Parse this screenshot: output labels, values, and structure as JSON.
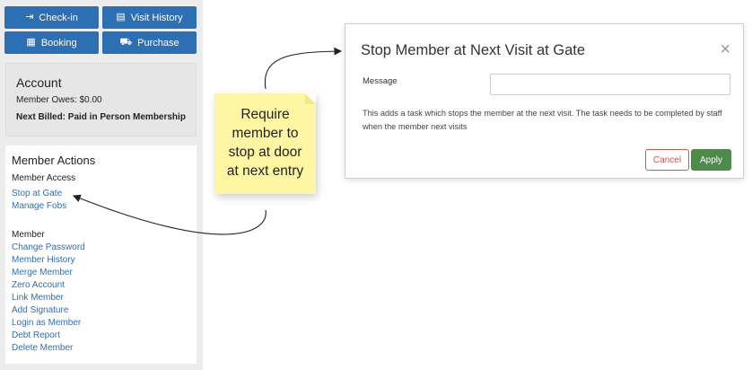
{
  "top_buttons": [
    {
      "label": "Check-in",
      "icon": "sign-in-icon"
    },
    {
      "label": "Visit History",
      "icon": "history-icon"
    },
    {
      "label": "Booking",
      "icon": "calendar-icon"
    },
    {
      "label": "Purchase",
      "icon": "cart-icon"
    }
  ],
  "account": {
    "title": "Account",
    "owes": "Member Owes: $0.00",
    "billed": "Next Billed: Paid in Person Membership"
  },
  "member_actions": {
    "title": "Member Actions",
    "access_heading": "Member Access",
    "access_links": [
      "Stop at Gate",
      "Manage Fobs"
    ],
    "member_heading": "Member",
    "member_links": [
      "Change Password",
      "Member History",
      "Merge Member",
      "Zero Account",
      "Link Member",
      "Add Signature",
      "Login as Member",
      "Debt Report",
      "Delete Member"
    ]
  },
  "sticky_note": {
    "lines": [
      "Require",
      "member to",
      "stop at door",
      "at next entry"
    ]
  },
  "modal": {
    "title": "Stop Member at Next Visit at Gate",
    "close": "×",
    "message_label": "Message",
    "message_value": "",
    "help_text": "This adds a task which stops the member at the next visit. The task needs to be completed by staff when the member next visits",
    "cancel_label": "Cancel",
    "apply_label": "Apply"
  },
  "colors": {
    "primary": "#2d6fb3",
    "cancel": "#d9534f",
    "apply": "#4e8a4a",
    "sticky": "#fff6a4"
  }
}
